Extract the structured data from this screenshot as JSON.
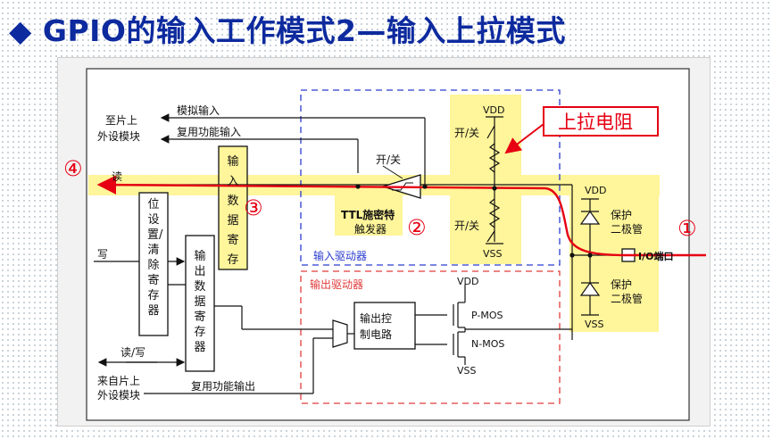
{
  "slide": {
    "title": "◆ GPIO的输入工作模式2—输入上拉模式"
  },
  "diagram": {
    "labels": {
      "to_chip_peripheral": "至片上",
      "to_chip_peripheral_2": "外设模块",
      "analog_input": "模拟输入",
      "alt_func_input": "复用功能输入",
      "read": "读",
      "write": "写",
      "read_write": "读/写",
      "from_chip_peripheral": "来自片上",
      "from_chip_peripheral_2": "外设模块",
      "alt_func_output": "复用功能输出",
      "input_data_register": "输入数据寄存器",
      "bit_set_reset_register": "位设置/清除寄存器",
      "output_data_register": "输出数据寄存器",
      "switch_top": "开/关",
      "switch_mid": "开/关",
      "switch_bottom": "开/关",
      "ttl_schmitt_1": "TTL施密特",
      "ttl_schmitt_2": "触发器",
      "input_driver": "输入驱动器",
      "output_driver": "输出驱动器",
      "output_control_1": "输出控",
      "output_control_2": "制电路",
      "vdd_top": "VDD",
      "vss_mid": "VSS",
      "vdd_protect": "VDD",
      "vss_protect": "VSS",
      "vdd_pmos": "VDD",
      "vss_nmos": "VSS",
      "p_mos": "P-MOS",
      "n_mos": "N-MOS",
      "protect_diode_top_1": "保护",
      "protect_diode_top_2": "二极管",
      "protect_diode_bottom_1": "保护",
      "protect_diode_bottom_2": "二极管",
      "io_pin": "I/O端口",
      "pullup_resistor": "上拉电阻"
    },
    "markers": [
      "①",
      "②",
      "③",
      "④"
    ],
    "colors": {
      "title": "#0d2a9e",
      "highlight": "#fff59a",
      "signal_path": "#e60012",
      "input_box": "#2b3ccf",
      "output_box": "#e23c3c",
      "marker": "#e60012"
    }
  }
}
